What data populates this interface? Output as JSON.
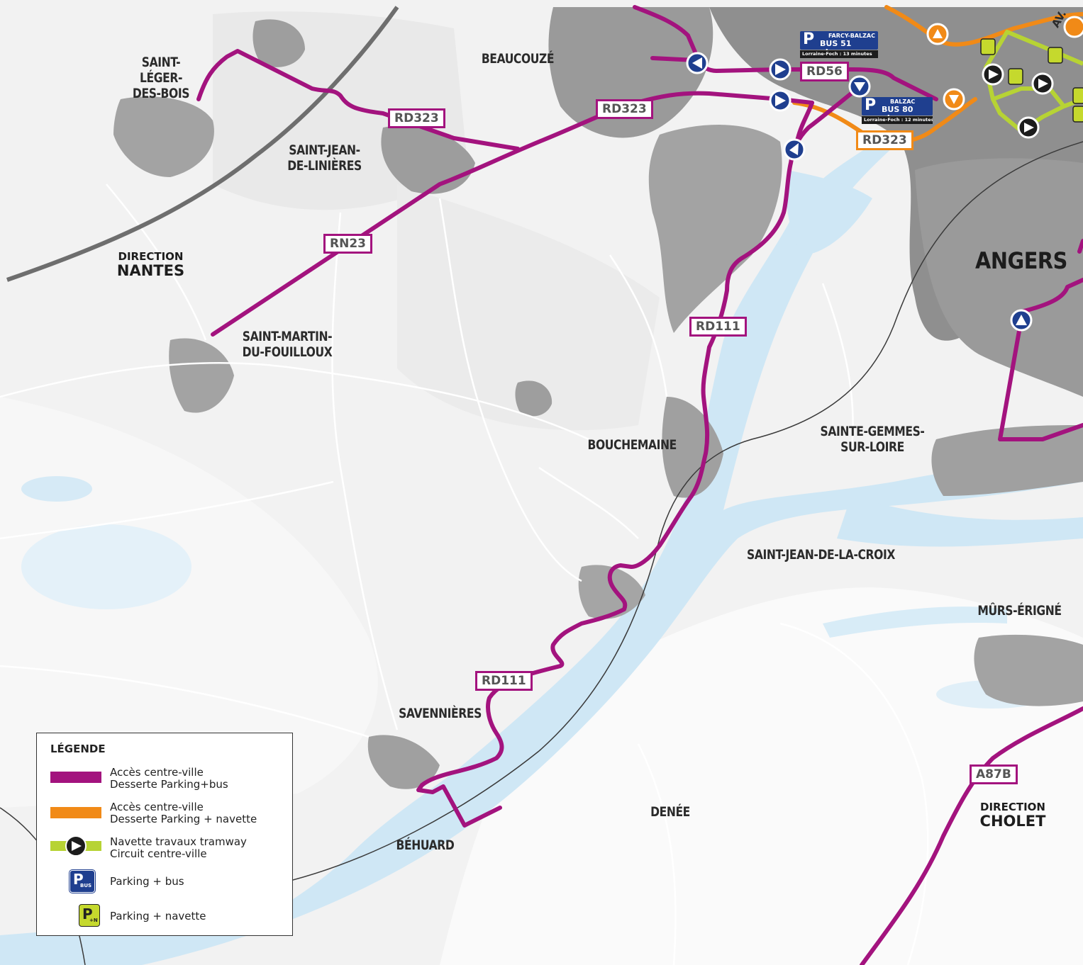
{
  "colors": {
    "access_purple": "#a3137e",
    "access_orange": "#f18a17",
    "shuttle_green": "#b7d334",
    "parking_bus_blue": "#1f3f8f",
    "parking_shuttle_yellow": "#c5d92d",
    "water": "#cfe7f5",
    "urban": "#8f8f8f",
    "land": "#e7e7e7"
  },
  "places": {
    "saint_leger": "SAINT-LÉGER-\nDES-BOIS",
    "beaucouze": "BEAUCOUZÉ",
    "saint_jean_linieres": "SAINT-JEAN-\nDE-LINIÈRES",
    "saint_martin": "SAINT-MARTIN-\nDU-FOUILLOUX",
    "angers": "ANGERS",
    "bouchemaine": "BOUCHEMAINE",
    "sainte_gemmes": "SAINTE-GEMMES-\nSUR-LOIRE",
    "saint_jean_croix": "SAINT-JEAN-DE-LA-CROIX",
    "murs_erigne": "MÛRS-ÉRIGNÉ",
    "savennieres": "SAVENNIÈRES",
    "denee": "DENÉE",
    "behuard": "BÉHUARD",
    "av_partial": "AV."
  },
  "directions": {
    "nantes": {
      "line1": "DIRECTION",
      "line2": "NANTES"
    },
    "cholet": {
      "line1": "DIRECTION",
      "line2": "CHOLET"
    }
  },
  "roads": {
    "rd323_a": "RD323",
    "rd323_b": "RD323",
    "rd323_orange": "RD323",
    "rd56": "RD56",
    "rn23": "RN23",
    "rd111_a": "RD111",
    "rd111_b": "RD111",
    "a87b": "A87B"
  },
  "parkings": {
    "farcy": {
      "p": "P",
      "name": "FARCY-BALZAC",
      "capacity": "BUS 51 places",
      "duration": "Lorraine-Foch : 13 minutes"
    },
    "balzac": {
      "p": "P",
      "name": "BALZAC",
      "capacity": "BUS 80 places",
      "duration": "Lorraine-Foch : 12 minutes"
    }
  },
  "legend": {
    "title": "LÉGENDE",
    "items": [
      {
        "line1": "Accès centre-ville",
        "line2": "Desserte Parking+bus"
      },
      {
        "line1": "Accès centre-ville",
        "line2": "Desserte Parking + navette"
      },
      {
        "line1": "Navette travaux tramway",
        "line2": "Circuit centre-ville"
      },
      {
        "line1": "Parking + bus",
        "line2": ""
      },
      {
        "line1": "Parking + navette",
        "line2": ""
      }
    ],
    "pbus_icon_text": "BUS",
    "pn_icon_text": "+N"
  }
}
